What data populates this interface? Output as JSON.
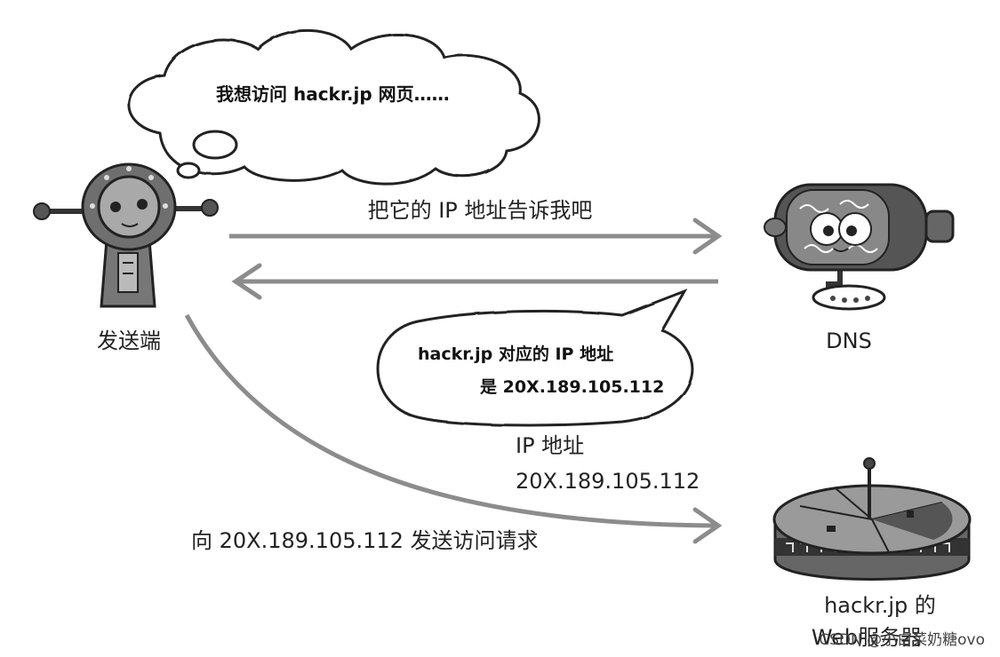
{
  "thought_bubble": {
    "text": "我想访问 hackr.jp 网页……"
  },
  "request_arrow": {
    "label": "把它的 IP 地址告诉我吧"
  },
  "dns_reply_bubble": {
    "line1": "hackr.jp 对应的 IP 地址",
    "line2": "是 20X.189.105.112"
  },
  "ip_label": {
    "line1": "IP 地址",
    "line2": "20X.189.105.112"
  },
  "access_arrow": {
    "label": "向 20X.189.105.112 发送访问请求"
  },
  "client": {
    "label": "发送端"
  },
  "dns": {
    "label": "DNS"
  },
  "server": {
    "line1": "hackr.jp 的",
    "line2": "Web服务器"
  },
  "watermark": {
    "text": "CSDN @小白菜奶糖ovo"
  },
  "colors": {
    "arrow": "#8c8c8c",
    "robot": "#6f6f6f",
    "ink": "#222222"
  }
}
